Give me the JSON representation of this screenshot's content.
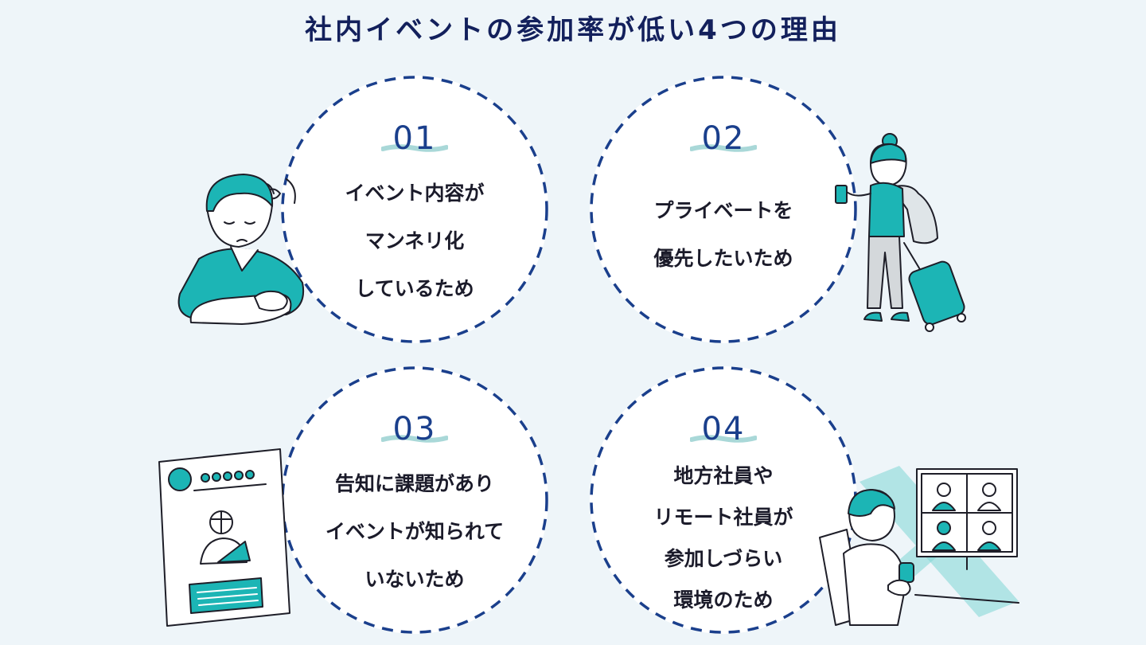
{
  "title": "社内イベントの参加率が低い4つの理由",
  "colors": {
    "teal": "#1cb5b5",
    "navy": "#1a3f8c",
    "background": "#eef5f9",
    "text": "#1b1b2a"
  },
  "reasons": [
    {
      "number": "01",
      "lines": [
        "イベント内容が",
        "マンネリ化",
        "しているため"
      ]
    },
    {
      "number": "02",
      "lines": [
        "プライベートを",
        "優先したいため"
      ]
    },
    {
      "number": "03",
      "lines": [
        "告知に課題があり",
        "イベントが知られて",
        "いないため"
      ]
    },
    {
      "number": "04",
      "lines": [
        "地方社員や",
        "リモート社員が",
        "参加しづらい",
        "環境のため"
      ]
    }
  ],
  "illustrations": [
    {
      "icon": "tired-person-icon"
    },
    {
      "icon": "traveler-with-suitcase-icon"
    },
    {
      "icon": "event-poster-icon"
    },
    {
      "icon": "video-conference-icon"
    }
  ]
}
